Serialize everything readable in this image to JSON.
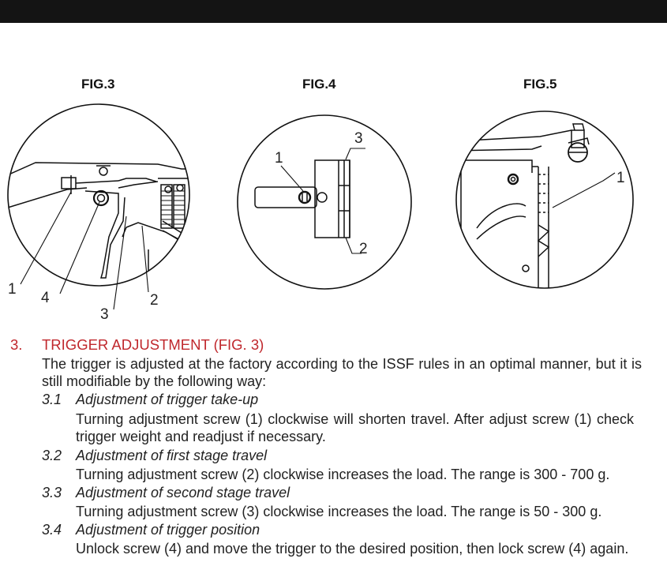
{
  "fig3_label": "FIG.3",
  "fig4_label": "FIG.4",
  "fig5_label": "FIG.5",
  "fig3_callouts": [
    "1",
    "4",
    "3",
    "2"
  ],
  "fig4_callouts": [
    "1",
    "3",
    "2"
  ],
  "fig5_callouts": [
    "1"
  ],
  "section": {
    "number": "3.",
    "title": "TRIGGER ADJUSTMENT (FIG. 3)",
    "intro": "The trigger is adjusted at the factory according to the ISSF rules in an optimal manner, but it is still modifiable by the following way:",
    "items": [
      {
        "num": "3.1",
        "heading": "Adjustment of trigger take-up",
        "body": "Turning adjustment screw (1) clockwise will shorten travel. After adjust screw (1) check trigger weight and readjust if necessary."
      },
      {
        "num": "3.2",
        "heading": "Adjustment of first stage travel",
        "body": "Turning adjustment screw (2) clockwise increases the load. The range is 300 - 700 g."
      },
      {
        "num": "3.3",
        "heading": "Adjustment of second stage travel",
        "body": "Turning adjustment screw (3) clockwise increases the load. The range is 50 - 300 g."
      },
      {
        "num": "3.4",
        "heading": "Adjustment of trigger position",
        "body": "Unlock screw (4) and move the trigger to the desired position, then lock screw (4) again."
      }
    ]
  },
  "colors": {
    "accent": "#c0282d",
    "text": "#222222",
    "topbar": "#141414"
  }
}
